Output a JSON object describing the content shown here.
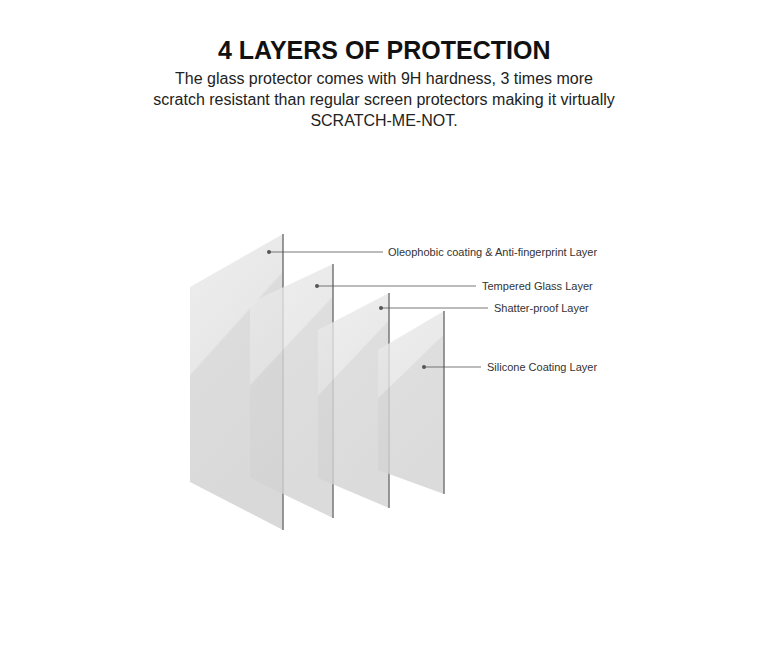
{
  "diagram": {
    "title": "4 LAYERS OF PROTECTION",
    "caption": "The glass protector comes with 9H hardness, 3 times more scratch resistant than regular screen protectors making it virtually SCRATCH-ME-NOT.",
    "labels": [
      "Oleophobic coating & Anti-fingerprint Layer",
      "Tempered Glass Layer",
      "Shatter-proof Layer",
      "Silicone Coating Layer"
    ]
  }
}
